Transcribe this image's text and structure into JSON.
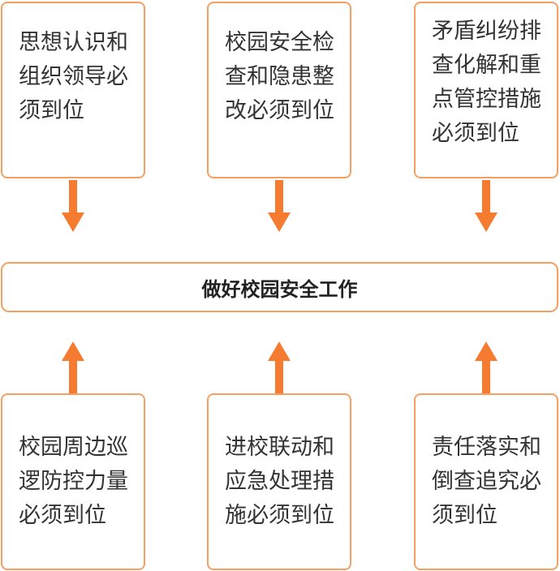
{
  "center": "做好校园安全工作",
  "top_boxes": [
    "思想认识和组织领导必须到位",
    "校园安全检查和隐患整改必须到位",
    "矛盾纠纷排查化解和重点管控措施必须到位"
  ],
  "bottom_boxes": [
    "校园周边巡逻防控力量必须到位",
    "进校联动和应急处理措施必须到位",
    "责任落实和倒查追究必须到位"
  ],
  "colors": {
    "border": "#f5a062",
    "arrow": "#f47b30"
  }
}
